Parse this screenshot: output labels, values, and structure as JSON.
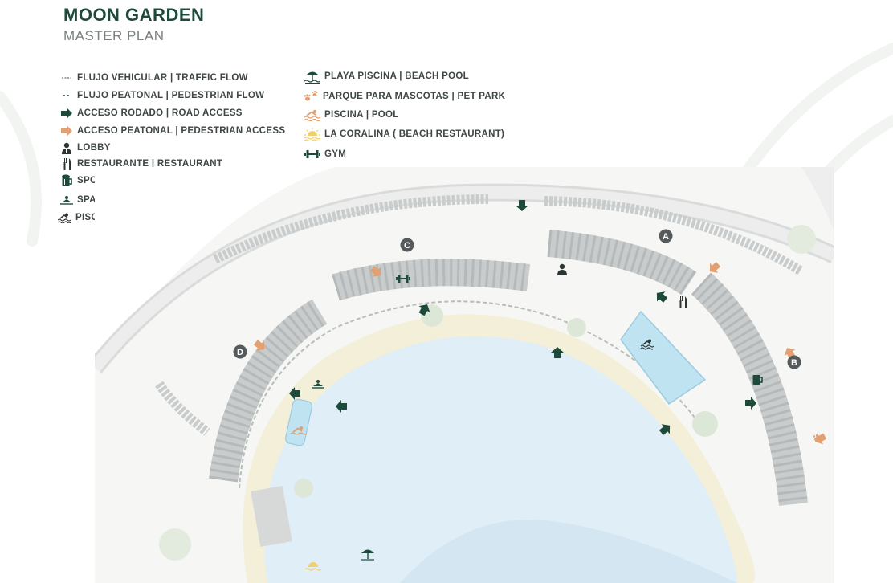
{
  "header": {
    "title": "MOON GARDEN",
    "subtitle": "MASTER PLAN"
  },
  "legend_left": [
    {
      "icon": "traffic-flow-dash-icon",
      "label": "FLUJO VEHICULAR | TRAFFIC FLOW"
    },
    {
      "icon": "pedestrian-flow-dash-icon",
      "label": "FLUJO PEATONAL | PEDESTRIAN FLOW"
    },
    {
      "icon": "road-access-arrow-icon",
      "label": "ACCESO RODADO | ROAD ACCESS"
    },
    {
      "icon": "pedestrian-access-arrow-icon",
      "label": "ACCESO PEATONAL | PEDESTRIAN ACCESS"
    },
    {
      "icon": "lobby-icon",
      "label": "LOBBY"
    },
    {
      "icon": "restaurant-icon",
      "label": "RESTAURANTE | RESTAURANT"
    },
    {
      "icon": "sport-bar-icon",
      "label": "SPORT BAR"
    },
    {
      "icon": "spa-icon",
      "label": "SPA | WELLNESS"
    },
    {
      "icon": "pool-icon",
      "label": "PISCINA | POOL"
    }
  ],
  "legend_right": [
    {
      "icon": "beach-pool-icon",
      "label": "PLAYA PISCINA | BEACH POOL"
    },
    {
      "icon": "pet-park-icon",
      "label": "PARQUE PARA MASCOTAS | PET PARK"
    },
    {
      "icon": "pool-orange-icon",
      "label": "PISCINA | POOL"
    },
    {
      "icon": "beach-restaurant-icon",
      "label": "LA CORALINA ( BEACH RESTAURANT)"
    },
    {
      "icon": "gym-icon",
      "label": "GYM"
    }
  ],
  "map": {
    "markers": [
      "A",
      "B",
      "C",
      "D"
    ]
  },
  "colors": {
    "brand_green": "#1e4a3b",
    "access_orange": "#e3a072",
    "lagoon_blue": "#dfeef7",
    "pool_blue": "#bfe3f1",
    "sand": "#f3efd8",
    "building_gray": "#c9cccc",
    "marker_gray": "#555a5c"
  }
}
